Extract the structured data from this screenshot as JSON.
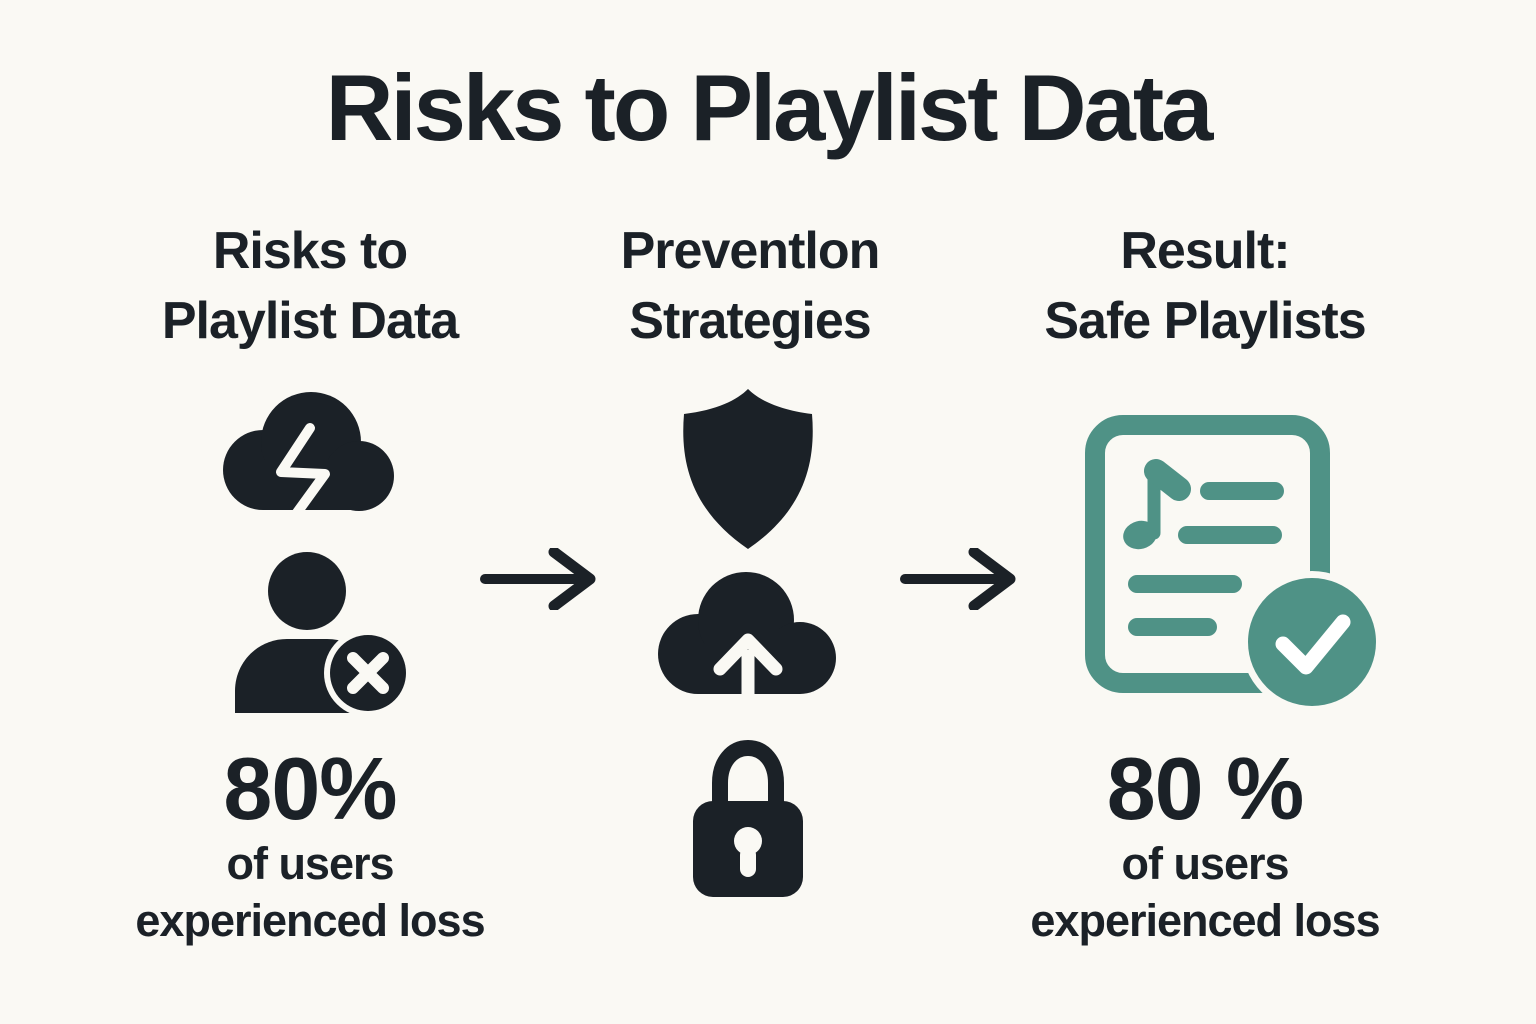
{
  "title": "Risks to Playlist Data",
  "colors": {
    "bg": "#FAF9F4",
    "ink": "#1B2127",
    "teal": "#4F9286",
    "check": "#FFFFFF"
  },
  "columns": [
    {
      "header": [
        "Risks to",
        "Playlist Data"
      ],
      "icons": [
        "storm-cloud-icon",
        "user-error-icon"
      ],
      "stat": {
        "value": "80%",
        "line1": "of users",
        "line2": "experienced loss"
      }
    },
    {
      "header": [
        "Preventlon",
        "Strategies"
      ],
      "icons": [
        "shield-icon",
        "cloud-upload-icon",
        "lock-icon"
      ]
    },
    {
      "header": [
        "Result:",
        "Safe Playlists"
      ],
      "icons": [
        "playlist-check-icon"
      ],
      "stat": {
        "value": "80 %",
        "line1": "of users",
        "line2": "experienced loss"
      }
    }
  ],
  "connectors": [
    "arrow-right",
    "arrow-right"
  ]
}
